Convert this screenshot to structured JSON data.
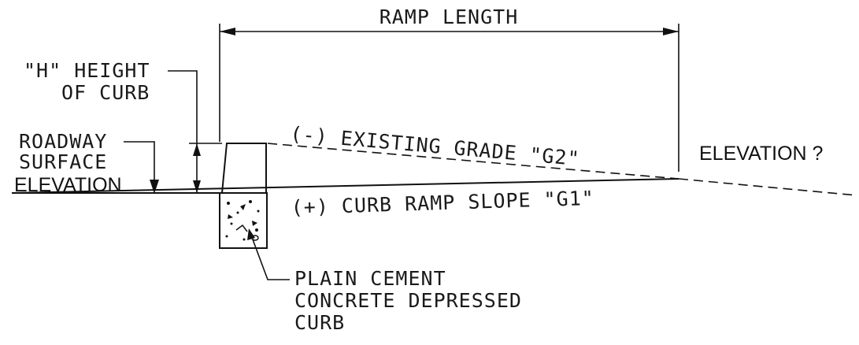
{
  "labels": {
    "ramp_length": "RAMP LENGTH",
    "h_height_line1": "\"H\" HEIGHT",
    "h_height_line2": "OF CURB",
    "roadway_line1": "ROADWAY",
    "roadway_line2": "SURFACE",
    "roadway_line3": "ELEVATION",
    "existing_grade": "(-) EXISTING GRADE \"G2\"",
    "curb_ramp_slope": "(+) CURB RAMP SLOPE \"G1\"",
    "elevation_question": "ELEVATION ?",
    "plain_cement_line1": "PLAIN CEMENT",
    "plain_cement_line2": "CONCRETE DEPRESSED",
    "plain_cement_line3": "CURB"
  }
}
